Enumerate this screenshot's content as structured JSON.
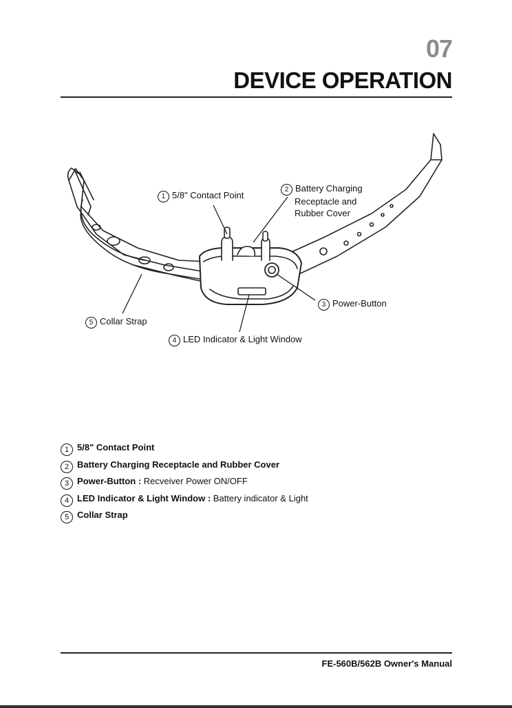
{
  "header": {
    "page_number": "07",
    "title": "DEVICE OPERATION"
  },
  "figure": {
    "callouts": [
      {
        "num": "1",
        "lines": [
          "5/8\" Contact Point"
        ]
      },
      {
        "num": "2",
        "lines": [
          "Battery Charging",
          "Receptacle and",
          "Rubber Cover"
        ]
      },
      {
        "num": "3",
        "lines": [
          "Power-Button"
        ]
      },
      {
        "num": "4",
        "lines": [
          "LED Indicator & Light Window"
        ]
      },
      {
        "num": "5",
        "lines": [
          "Collar Strap"
        ]
      }
    ]
  },
  "legend": [
    {
      "num": "1",
      "term": "5/8\" Contact Point",
      "sep": "",
      "desc": ""
    },
    {
      "num": "2",
      "term": "Battery Charging Receptacle and Rubber Cover",
      "sep": "",
      "desc": ""
    },
    {
      "num": "3",
      "term": "Power-Button",
      "sep": " : ",
      "desc": "Recveiver Power ON/OFF"
    },
    {
      "num": "4",
      "term": "LED Indicator & Light Window",
      "sep": " : ",
      "desc": "Battery indicator & Light"
    },
    {
      "num": "5",
      "term": "Collar Strap",
      "sep": "",
      "desc": ""
    }
  ],
  "footer": {
    "manual_title": "FE-560B/562B Owner's Manual"
  }
}
